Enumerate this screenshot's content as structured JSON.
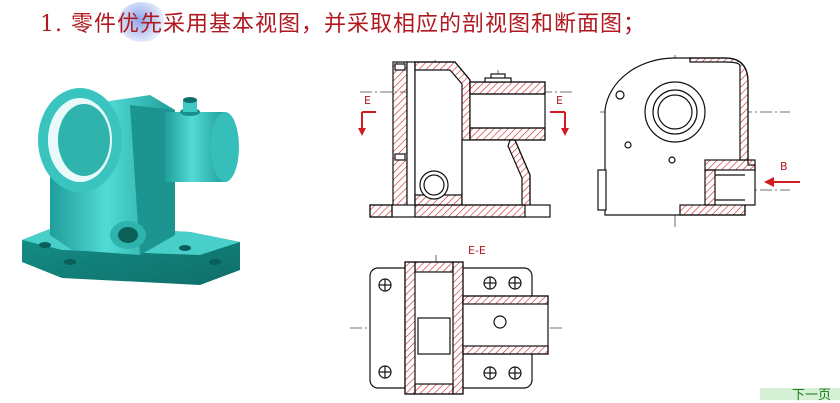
{
  "heading": "1. 零件优先采用基本视图，并采取相应的剖视图和断面图；",
  "labels": {
    "section_left": "E",
    "section_right": "E",
    "view_b": "B",
    "section_title": "E-E"
  },
  "nav": {
    "next": "下一页"
  },
  "colors": {
    "heading": "#b0191f",
    "part_body": "#3ec9c4",
    "hatch": "#d21c24",
    "outline": "#111111",
    "arrow": "#d21c24"
  }
}
